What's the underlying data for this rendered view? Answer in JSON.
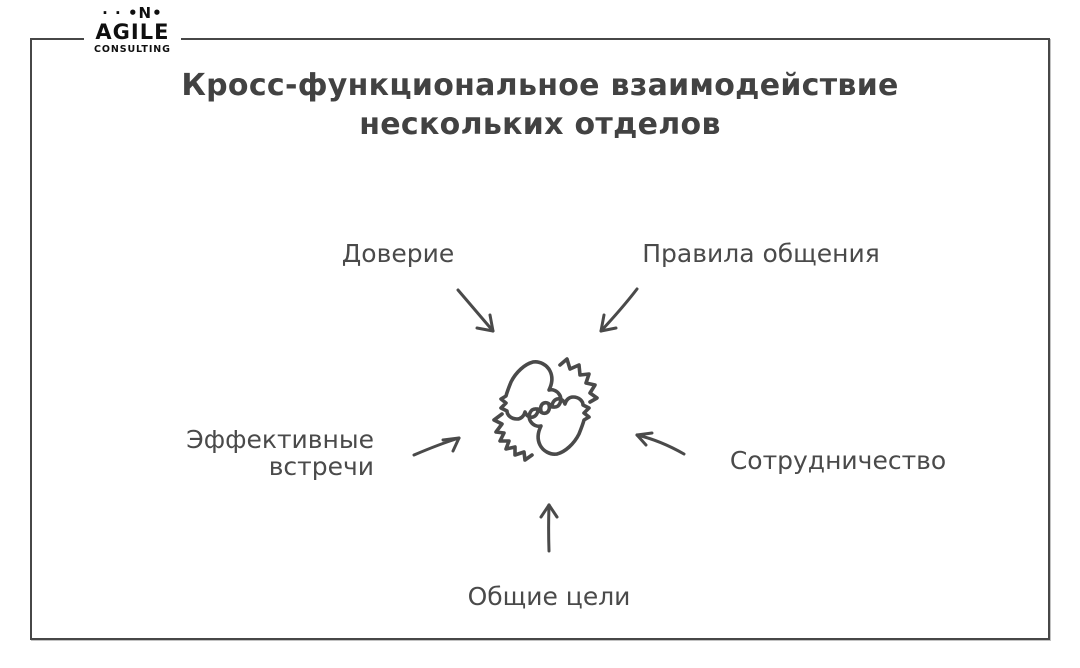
{
  "slide": {
    "title_line1": "Кросс-функциональное взаимодействие",
    "title_line2": "нескольких отделов"
  },
  "logo": {
    "dots": "· · •N•",
    "name": "AGILE",
    "tagline": "CONSULTING"
  },
  "factors": {
    "trust": {
      "label": "Доверие"
    },
    "communication_rules": {
      "label": "Правила общения"
    },
    "effective_meetings": {
      "line1": "Эффективные",
      "line2": "встречи"
    },
    "collaboration": {
      "label": "Сотрудничество"
    },
    "common_goals": {
      "label": "Общие цели"
    }
  },
  "center_icon": "hands-together",
  "colors": {
    "text": "#4a4a4a",
    "title": "#424242",
    "frame": "#474747",
    "logo": "#0f0f0f",
    "background": "#ffffff"
  }
}
